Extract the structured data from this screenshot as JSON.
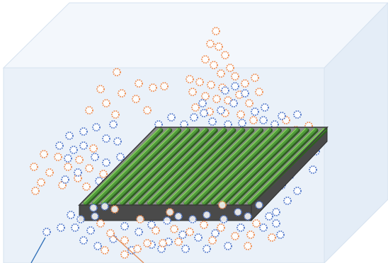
{
  "scene": {
    "colors": {
      "box_front": "#eaf1f9",
      "box_top": "#f3f7fc",
      "box_side": "#e4edf7",
      "box_edge": "#d6e2ef",
      "device_top": "#8c8c8c",
      "device_dark": "#4a4a4a",
      "rod": "#4f9a3a",
      "rod_light": "#8ccf63",
      "rod_dark": "#2f5f22",
      "orange": "#f08a4b",
      "blue": "#4d74c9",
      "pointer_blue": "#2f6fb7",
      "pointer_orange": "#e58d56"
    },
    "rod_count": 19,
    "particle_types": [
      "orange",
      "blue"
    ]
  }
}
